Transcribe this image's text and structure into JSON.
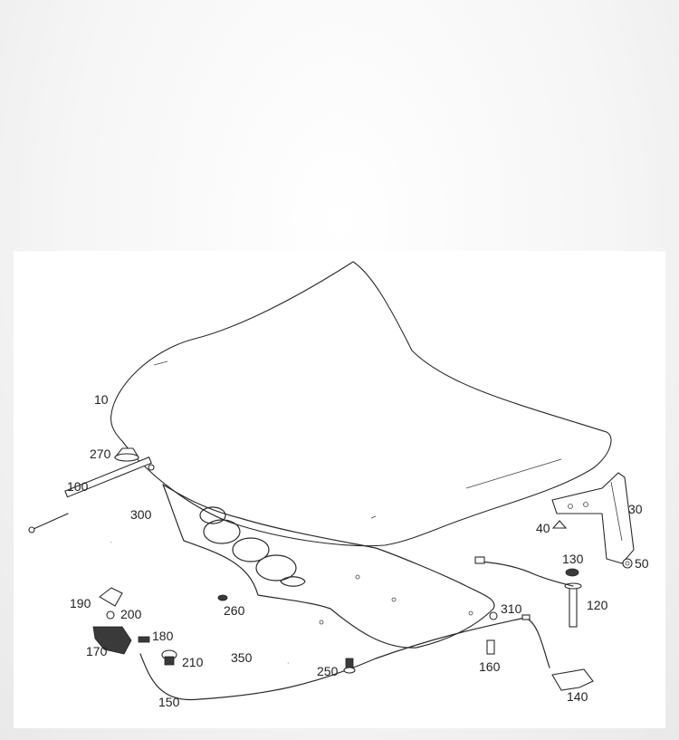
{
  "diagram": {
    "parts": [
      {
        "id": "p10",
        "label": "10"
      },
      {
        "id": "p270",
        "label": "270"
      },
      {
        "id": "p100",
        "label": "100"
      },
      {
        "id": "p300",
        "label": "300"
      },
      {
        "id": "p30",
        "label": "30"
      },
      {
        "id": "p40",
        "label": "40"
      },
      {
        "id": "p130",
        "label": "130"
      },
      {
        "id": "p50",
        "label": "50"
      },
      {
        "id": "p120",
        "label": "120"
      },
      {
        "id": "p190",
        "label": "190"
      },
      {
        "id": "p200",
        "label": "200"
      },
      {
        "id": "p260",
        "label": "260"
      },
      {
        "id": "p310",
        "label": "310"
      },
      {
        "id": "p180",
        "label": "180"
      },
      {
        "id": "p170",
        "label": "170"
      },
      {
        "id": "p210",
        "label": "210"
      },
      {
        "id": "p350",
        "label": "350"
      },
      {
        "id": "p250",
        "label": "250"
      },
      {
        "id": "p160",
        "label": "160"
      },
      {
        "id": "p150",
        "label": "150"
      },
      {
        "id": "p140",
        "label": "140"
      }
    ]
  }
}
